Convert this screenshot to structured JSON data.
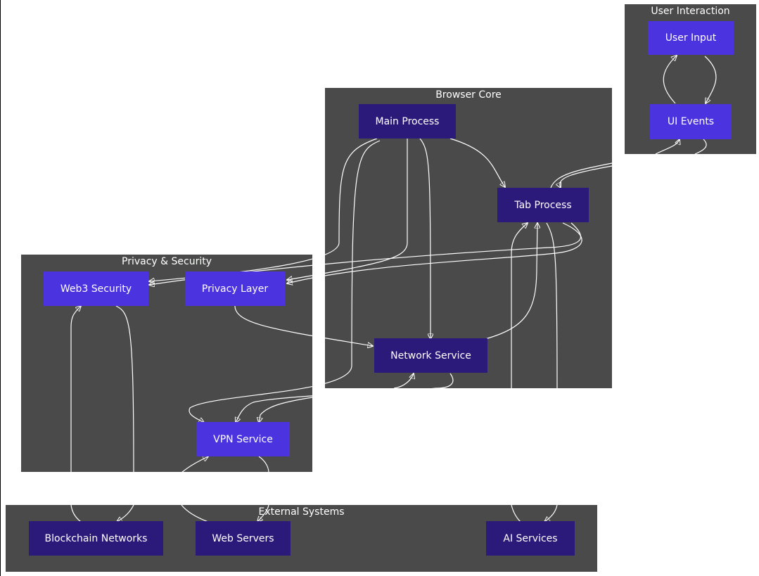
{
  "clusters": {
    "user_interaction": "User Interaction",
    "browser_core": "Browser Core",
    "privacy_security": "Privacy & Security",
    "external_systems": "External Systems"
  },
  "nodes": {
    "user_input": "User Input",
    "ui_events": "UI Events",
    "main_process": "Main Process",
    "tab_process": "Tab Process",
    "network_service": "Network Service",
    "web3_security": "Web3 Security",
    "privacy_layer": "Privacy Layer",
    "vpn_service": "VPN Service",
    "blockchain_networks": "Blockchain Networks",
    "web_servers": "Web Servers",
    "ai_services": "AI Services"
  },
  "colors": {
    "cluster_fill": "#494a49",
    "node_dark": "#2b1a7a",
    "node_bright": "#4b33e0",
    "edge": "#ffffff"
  }
}
